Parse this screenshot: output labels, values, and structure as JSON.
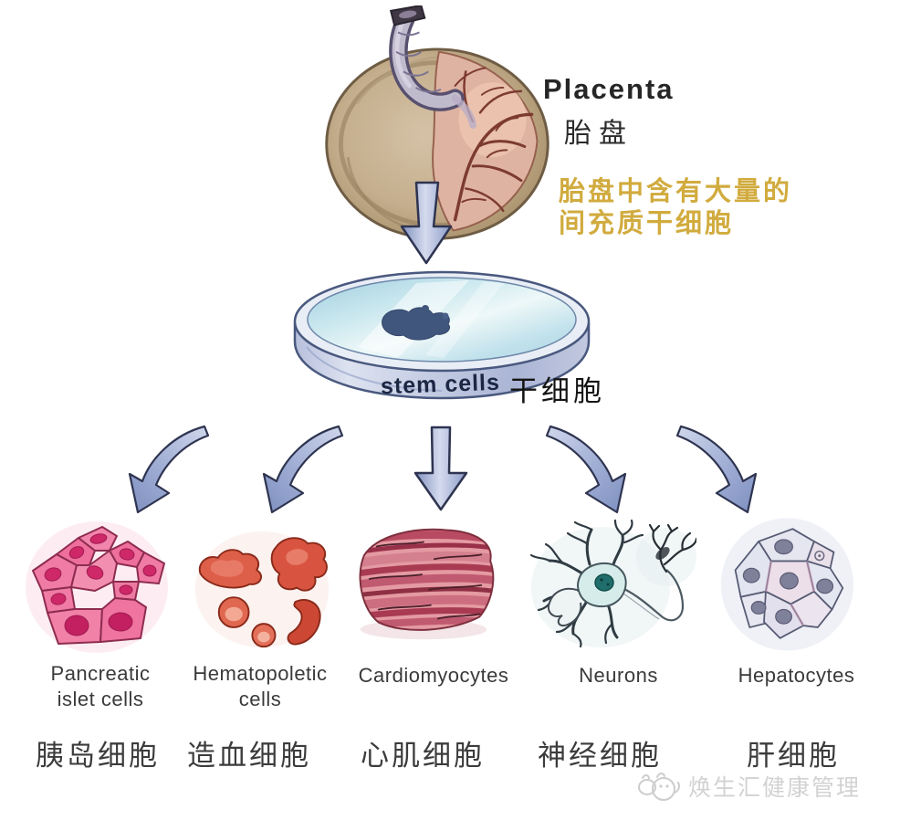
{
  "placenta": {
    "label_en": "Placenta",
    "label_zh": "胎盘",
    "note": {
      "line1": "胎盘中含有大量的",
      "line2": "间充质干细胞",
      "color": "#d1ab3e"
    }
  },
  "dish": {
    "label_en": "stem cells",
    "label_zh": "干细胞"
  },
  "cells": [
    {
      "en1": "Pancreatic",
      "en2": "islet cells",
      "zh": "胰岛细胞"
    },
    {
      "en1": "Hematopoletic",
      "en2": "cells",
      "zh": "造血细胞"
    },
    {
      "en1": "Cardiomyocytes",
      "en2": "",
      "zh": "心肌细胞"
    },
    {
      "en1": "Neurons",
      "en2": "",
      "zh": "神经细胞"
    },
    {
      "en1": "Hepatocytes",
      "en2": "",
      "zh": "肝细胞"
    }
  ],
  "watermark": {
    "text": "焕生汇健康管理"
  },
  "colors": {
    "arrow_fill_light": "#d5dbee",
    "arrow_fill_dark": "#8090bf",
    "arrow_outline": "#2e3450",
    "note_yellow": "#d1ab3e",
    "islet_pink": "#ef74a0",
    "islet_nucleus": "#ce2868",
    "blood_red": "#d95843",
    "muscle_pink": "#c05a70",
    "neuron_nucleus_teal": "#1f6e6c",
    "hepatocyte_lavender": "#e6e6f0",
    "dish_liquid_blue": "#bcdde8",
    "colony_blue": "#41567d"
  }
}
